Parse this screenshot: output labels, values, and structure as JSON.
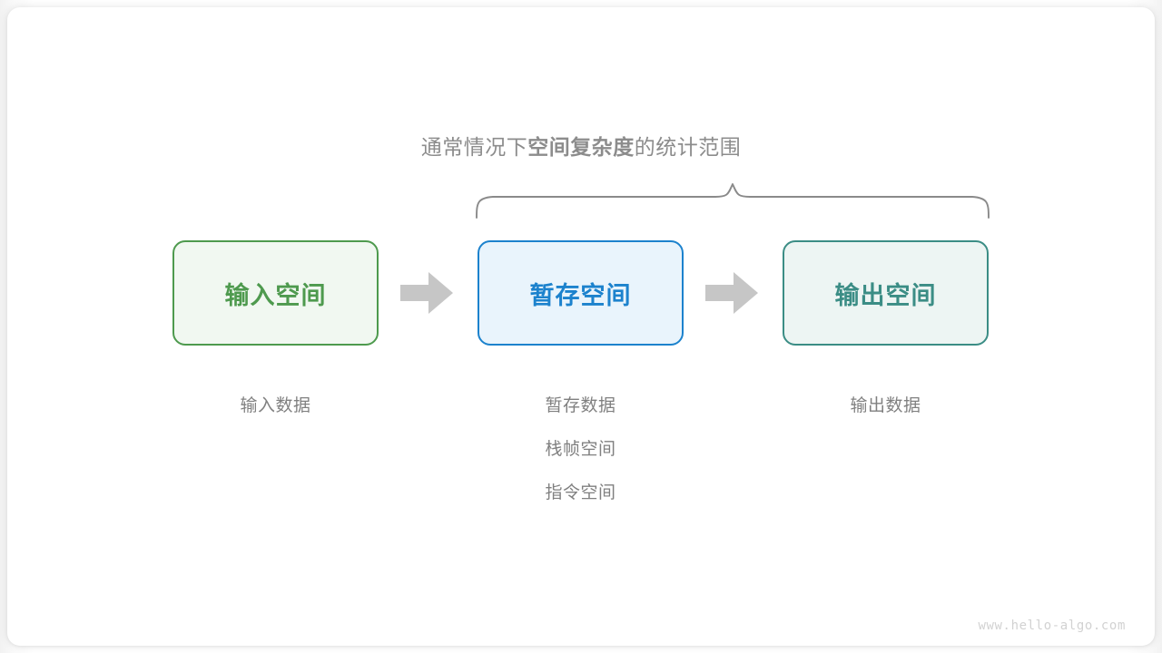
{
  "diagram": {
    "title": {
      "prefix": "通常情况下",
      "emphasis": "空间复杂度",
      "suffix": "的统计范围"
    },
    "brace": {
      "name": "scope-brace",
      "color": "#8a8a8a"
    },
    "boxes": [
      {
        "key": "input",
        "label": "输入空间",
        "border_color": "#4e9a4e",
        "fill_color": "#f1f8f1",
        "text_color": "#4e9a4e"
      },
      {
        "key": "temp",
        "label": "暂存空间",
        "border_color": "#1c82cd",
        "fill_color": "#e9f4fc",
        "text_color": "#1c82cd"
      },
      {
        "key": "output",
        "label": "输出空间",
        "border_color": "#3b8d85",
        "fill_color": "#edf5f3",
        "text_color": "#3b8d85"
      }
    ],
    "arrows": [
      {
        "key": "input-to-temp",
        "color": "#c6c6c6"
      },
      {
        "key": "temp-to-output",
        "color": "#c6c6c6"
      }
    ],
    "captions": {
      "input": [
        "输入数据"
      ],
      "temp": [
        "暂存数据",
        "栈帧空间",
        "指令空间"
      ],
      "output": [
        "输出数据"
      ]
    },
    "caption_color": "#808080",
    "watermark": "www.hello-algo.com"
  }
}
